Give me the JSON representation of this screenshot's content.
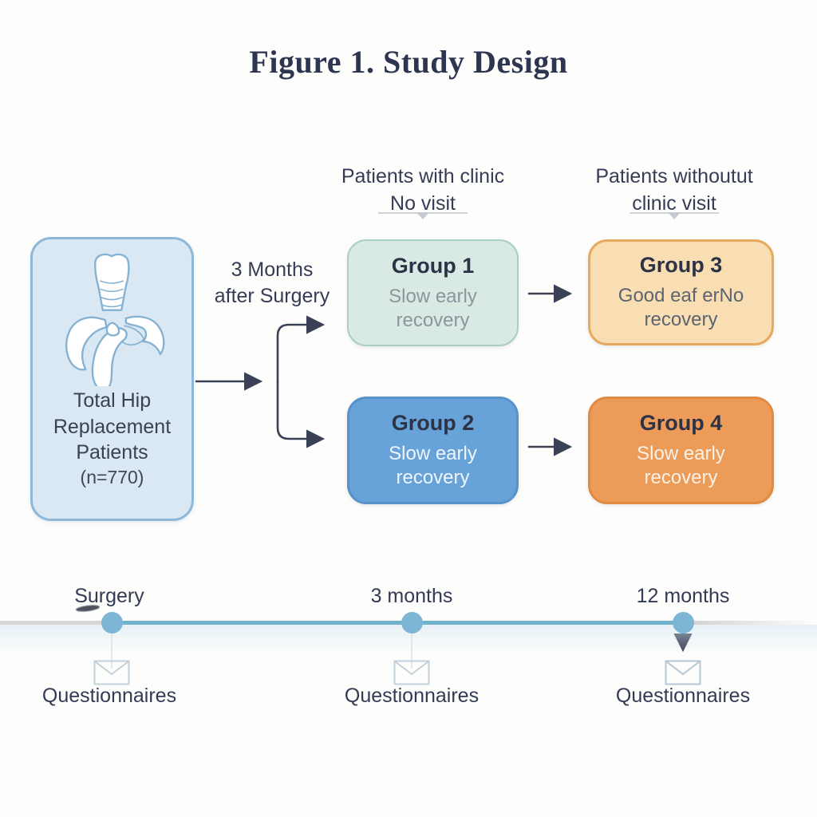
{
  "figure": {
    "title": "Figure 1. Study Design"
  },
  "columns": [
    {
      "line1": "Patients with clinic",
      "line2": "No visit"
    },
    {
      "line1": "Patients withoutut",
      "line2": "clinic visit"
    }
  ],
  "source_box": {
    "line1": "Total Hip",
    "line2": "Replacement",
    "line3": "Patients",
    "line4": "(n=770)",
    "icon": "hip-bone-icon"
  },
  "branch_label": {
    "line1": "3 Months",
    "line2": "after Surgery"
  },
  "groups": [
    {
      "name": "Group 1",
      "desc1": "Slow early",
      "desc2": "recovery",
      "fill": "#d8eae3",
      "border": "#a9cfc5",
      "desc_color": "#8e959d"
    },
    {
      "name": "Group 2",
      "desc1": "Slow early",
      "desc2": "recovery",
      "fill": "#67a2d9",
      "border": "#5892ca",
      "desc_color": "#eef5fb"
    },
    {
      "name": "Group 3",
      "desc1": "Good eaf erNo",
      "desc2": "recovery",
      "fill": "#f8deb2",
      "border": "#e7a95e",
      "desc_color": "#5d6470"
    },
    {
      "name": "Group 4",
      "desc1": "Slow early",
      "desc2": "recovery",
      "fill": "#ec9b58",
      "border": "#e08b41",
      "desc_color": "#faf1e7"
    }
  ],
  "timeline": {
    "points": [
      {
        "label": "Surgery",
        "note": "Questionnaires",
        "icon": "envelope-icon"
      },
      {
        "label": "3 months",
        "note": "Questionnaires",
        "icon": "envelope-icon"
      },
      {
        "label": "12 months",
        "note": "Questionnaires",
        "icon": "envelope-icon"
      }
    ],
    "line_color": "#6fb2cb",
    "dot_color": "#7cb6d4",
    "inactive_color": "#d7d7d7"
  },
  "colors": {
    "background": "#fdfdfc",
    "text_dark": "#353b55",
    "title": "#2e3550",
    "source_fill": "#d9e8f3",
    "source_border": "#8db8da",
    "arrow": "#3a4157",
    "divider": "#ced3d9",
    "envelope": "#c2d2dc"
  }
}
